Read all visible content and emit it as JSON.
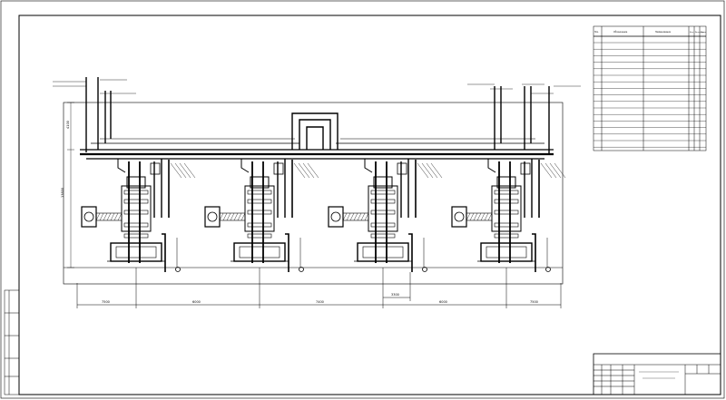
{
  "drawing": {
    "dimensions_bottom": [
      "7500",
      "6000",
      "7400",
      "6000",
      "7500"
    ],
    "dimension_detail": "3300",
    "dimension_left_upper": "4100",
    "dimension_left_lower": "13800",
    "spec_table": {
      "columns": [
        "Поз.",
        "Обозначение",
        "Наименование",
        "Кол.",
        "Масса ед. кг",
        "Прим."
      ]
    }
  },
  "colors": {
    "line": "#000000",
    "paper": "#ffffff"
  }
}
